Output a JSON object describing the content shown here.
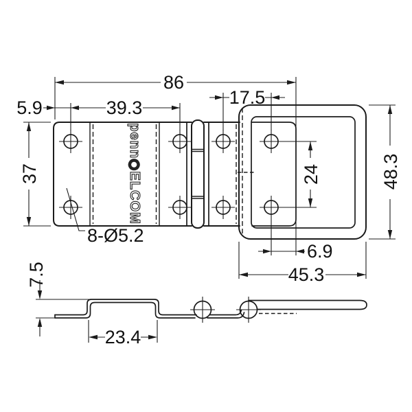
{
  "drawing": {
    "brand_text": "penn◉ELCOM",
    "colors": {
      "line": "#1b1b1b",
      "background": "#ffffff"
    },
    "dimensions": {
      "overall_length": "86",
      "hole_spacing": "39.3",
      "edge_offset": "5.9",
      "lid_hole_pitch": "17.5",
      "plate_width": "37",
      "lid_length": "48.3",
      "hole_row_pitch": "24",
      "hole_callout": "8-Ø5.2",
      "lid_hole_edge": "6.9",
      "lid_width": "45.3",
      "step_height": "7.5",
      "channel_width": "23.4"
    }
  }
}
